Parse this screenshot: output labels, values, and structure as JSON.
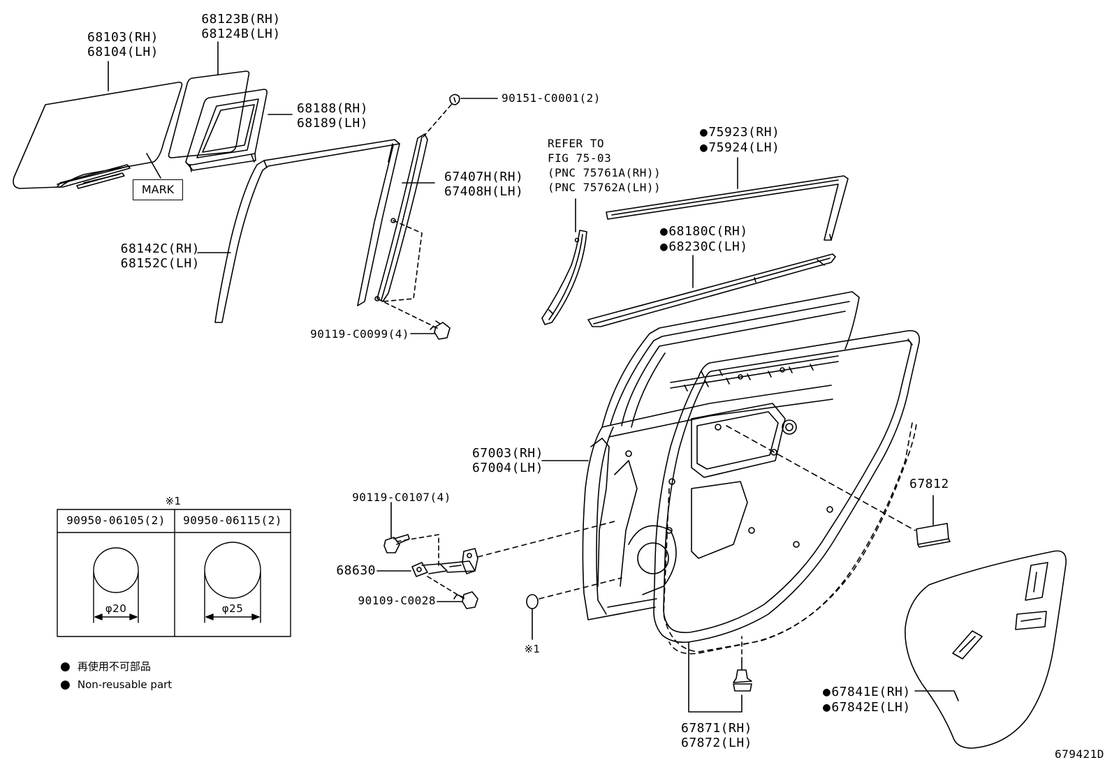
{
  "labels": {
    "p68103": "68103(RH)",
    "p68104": "68104(LH)",
    "p68123b": "68123B(RH)",
    "p68124b": "68124B(LH)",
    "p68188": "68188(RH)",
    "p68189": "68189(LH)",
    "mark": "MARK",
    "p90151": "90151-C0001(2)",
    "p67407h": "67407H(RH)",
    "p67408h": "67408H(LH)",
    "p68142c": "68142C(RH)",
    "p68152c": "68152C(LH)",
    "p90119_99": "90119-C0099(4)",
    "refer1": "REFER TO",
    "refer2": "FIG 75-03",
    "refer3": "(PNC 75761A(RH))",
    "refer4": "(PNC 75762A(LH))",
    "p75923": "75923(RH)",
    "p75924": "75924(LH)",
    "p68180c": "68180C(RH)",
    "p68230c": "68230C(LH)",
    "p67003": "67003(RH)",
    "p67004": "67004(LH)",
    "p67812": "67812",
    "p90119_107": "90119-C0107(4)",
    "p68630": "68630",
    "p90109": "90109-C0028",
    "ref1": "※1",
    "p67841e": "67841E(RH)",
    "p67842e": "67842E(LH)",
    "p67871": "67871(RH)",
    "p67872": "67872(LH)",
    "fig_no": "679421D"
  },
  "plug_table": {
    "ref": "※1",
    "col1_part": "90950-06105(2)",
    "col1_dim": "φ20",
    "col2_part": "90950-06115(2)",
    "col2_dim": "φ25"
  },
  "legend": {
    "jp": "再使用不可部品",
    "en": "Non-reusable part"
  }
}
